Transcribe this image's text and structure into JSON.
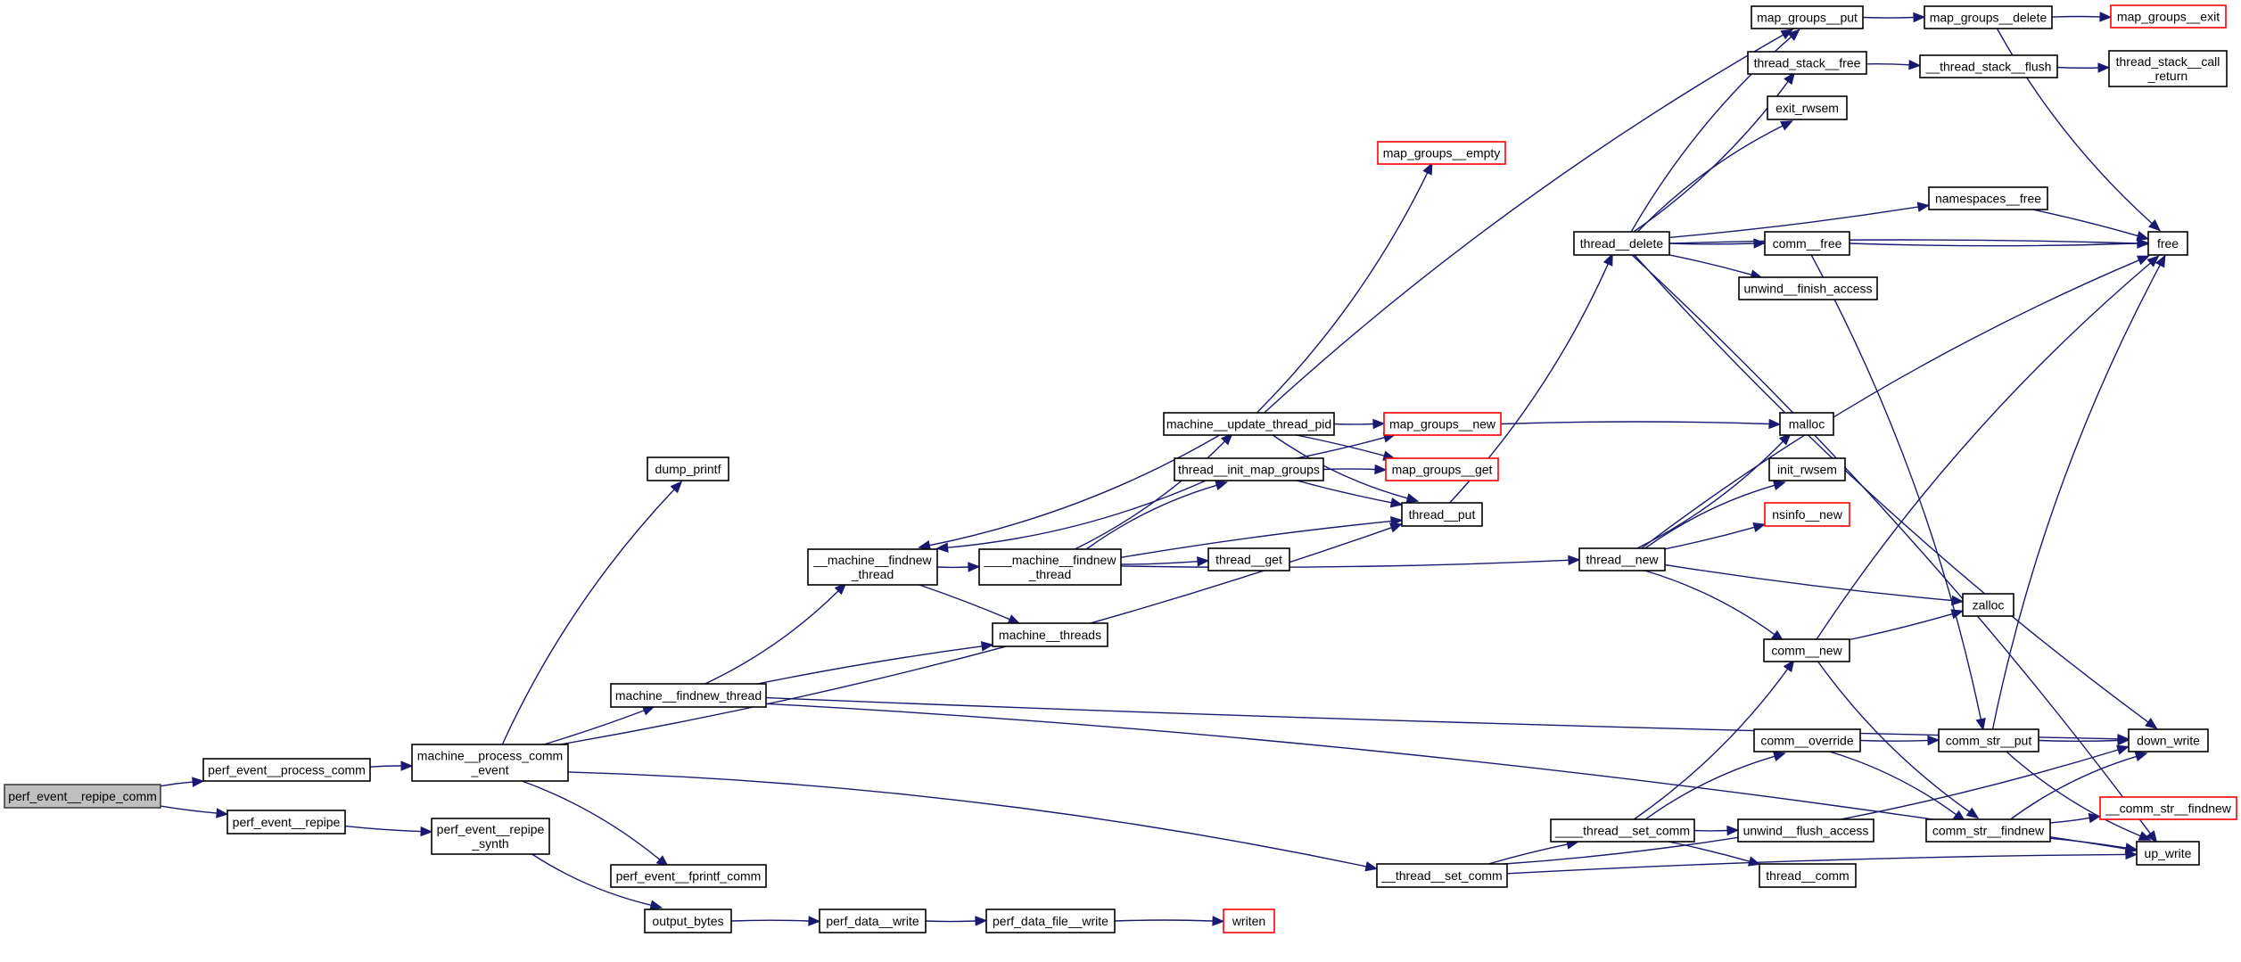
{
  "title": "Call graph of perf_event__repipe_comm",
  "colors": {
    "edge": "#191970",
    "root_fill": "#bfbfbf",
    "node_border": "#000000",
    "external_border": "#ff0000",
    "background": "#ffffff"
  },
  "nodes": [
    {
      "id": "perf_event__repipe_comm",
      "lines": [
        "perf_event__repipe_comm"
      ],
      "kind": "root"
    },
    {
      "id": "perf_event__process_comm",
      "lines": [
        "perf_event__process_comm"
      ],
      "kind": "normal"
    },
    {
      "id": "perf_event__repipe",
      "lines": [
        "perf_event__repipe"
      ],
      "kind": "normal"
    },
    {
      "id": "machine__process_comm_event",
      "lines": [
        "machine__process_comm",
        "_event"
      ],
      "kind": "normal"
    },
    {
      "id": "perf_event__repipe_synth",
      "lines": [
        "perf_event__repipe",
        "_synth"
      ],
      "kind": "normal"
    },
    {
      "id": "dump_printf",
      "lines": [
        "dump_printf"
      ],
      "kind": "normal"
    },
    {
      "id": "machine__findnew_thread",
      "lines": [
        "machine__findnew_thread"
      ],
      "kind": "normal"
    },
    {
      "id": "perf_event__fprintf_comm",
      "lines": [
        "perf_event__fprintf_comm"
      ],
      "kind": "normal"
    },
    {
      "id": "output_bytes",
      "lines": [
        "output_bytes"
      ],
      "kind": "normal"
    },
    {
      "id": "perf_data__write",
      "lines": [
        "perf_data__write"
      ],
      "kind": "normal"
    },
    {
      "id": "perf_data_file__write",
      "lines": [
        "perf_data_file__write"
      ],
      "kind": "normal"
    },
    {
      "id": "writen",
      "lines": [
        "writen"
      ],
      "kind": "external"
    },
    {
      "id": "__machine__findnew_thread",
      "lines": [
        "__machine__findnew",
        "_thread"
      ],
      "kind": "normal"
    },
    {
      "id": "____machine__findnew_thread",
      "lines": [
        "____machine__findnew",
        "_thread"
      ],
      "kind": "normal"
    },
    {
      "id": "machine__threads",
      "lines": [
        "machine__threads"
      ],
      "kind": "normal"
    },
    {
      "id": "machine__update_thread_pid",
      "lines": [
        "machine__update_thread_pid"
      ],
      "kind": "normal"
    },
    {
      "id": "thread__init_map_groups",
      "lines": [
        "thread__init_map_groups"
      ],
      "kind": "normal"
    },
    {
      "id": "thread__get",
      "lines": [
        "thread__get"
      ],
      "kind": "normal"
    },
    {
      "id": "map_groups__empty",
      "lines": [
        "map_groups__empty"
      ],
      "kind": "external"
    },
    {
      "id": "map_groups__new",
      "lines": [
        "map_groups__new"
      ],
      "kind": "external"
    },
    {
      "id": "map_groups__get",
      "lines": [
        "map_groups__get"
      ],
      "kind": "external"
    },
    {
      "id": "thread__put",
      "lines": [
        "thread__put"
      ],
      "kind": "normal"
    },
    {
      "id": "__thread__set_comm",
      "lines": [
        "__thread__set_comm"
      ],
      "kind": "normal"
    },
    {
      "id": "____thread__set_comm",
      "lines": [
        "____thread__set_comm"
      ],
      "kind": "normal"
    },
    {
      "id": "thread__delete",
      "lines": [
        "thread__delete"
      ],
      "kind": "normal"
    },
    {
      "id": "thread__new",
      "lines": [
        "thread__new"
      ],
      "kind": "normal"
    },
    {
      "id": "map_groups__put",
      "lines": [
        "map_groups__put"
      ],
      "kind": "normal"
    },
    {
      "id": "thread_stack__free",
      "lines": [
        "thread_stack__free"
      ],
      "kind": "normal"
    },
    {
      "id": "exit_rwsem",
      "lines": [
        "exit_rwsem"
      ],
      "kind": "normal"
    },
    {
      "id": "comm__free",
      "lines": [
        "comm__free"
      ],
      "kind": "normal"
    },
    {
      "id": "unwind__finish_access",
      "lines": [
        "unwind__finish_access"
      ],
      "kind": "normal"
    },
    {
      "id": "malloc",
      "lines": [
        "malloc"
      ],
      "kind": "normal"
    },
    {
      "id": "init_rwsem",
      "lines": [
        "init_rwsem"
      ],
      "kind": "normal"
    },
    {
      "id": "nsinfo__new",
      "lines": [
        "nsinfo__new"
      ],
      "kind": "external"
    },
    {
      "id": "comm__new",
      "lines": [
        "comm__new"
      ],
      "kind": "normal"
    },
    {
      "id": "comm__override",
      "lines": [
        "comm__override"
      ],
      "kind": "normal"
    },
    {
      "id": "unwind__flush_access",
      "lines": [
        "unwind__flush_access"
      ],
      "kind": "normal"
    },
    {
      "id": "thread__comm",
      "lines": [
        "thread__comm"
      ],
      "kind": "normal"
    },
    {
      "id": "map_groups__delete",
      "lines": [
        "map_groups__delete"
      ],
      "kind": "normal"
    },
    {
      "id": "__thread_stack__flush",
      "lines": [
        "__thread_stack__flush"
      ],
      "kind": "normal"
    },
    {
      "id": "namespaces__free",
      "lines": [
        "namespaces__free"
      ],
      "kind": "normal"
    },
    {
      "id": "zalloc",
      "lines": [
        "zalloc"
      ],
      "kind": "normal"
    },
    {
      "id": "comm_str__put",
      "lines": [
        "comm_str__put"
      ],
      "kind": "normal"
    },
    {
      "id": "comm_str__findnew",
      "lines": [
        "comm_str__findnew"
      ],
      "kind": "normal"
    },
    {
      "id": "map_groups__exit",
      "lines": [
        "map_groups__exit"
      ],
      "kind": "external"
    },
    {
      "id": "thread_stack__call_return",
      "lines": [
        "thread_stack__call",
        "_return"
      ],
      "kind": "normal"
    },
    {
      "id": "free",
      "lines": [
        "free"
      ],
      "kind": "normal"
    },
    {
      "id": "down_write",
      "lines": [
        "down_write"
      ],
      "kind": "normal"
    },
    {
      "id": "up_write",
      "lines": [
        "up_write"
      ],
      "kind": "normal"
    },
    {
      "id": "__comm_str__findnew",
      "lines": [
        "__comm_str__findnew"
      ],
      "kind": "external"
    }
  ],
  "edges": [
    [
      "perf_event__repipe_comm",
      "perf_event__process_comm"
    ],
    [
      "perf_event__repipe_comm",
      "perf_event__repipe"
    ],
    [
      "perf_event__process_comm",
      "machine__process_comm_event"
    ],
    [
      "perf_event__repipe",
      "perf_event__repipe_synth"
    ],
    [
      "machine__process_comm_event",
      "dump_printf"
    ],
    [
      "machine__process_comm_event",
      "machine__findnew_thread"
    ],
    [
      "machine__process_comm_event",
      "perf_event__fprintf_comm"
    ],
    [
      "machine__process_comm_event",
      "thread__put"
    ],
    [
      "machine__process_comm_event",
      "__thread__set_comm"
    ],
    [
      "perf_event__repipe_synth",
      "output_bytes"
    ],
    [
      "output_bytes",
      "perf_data__write"
    ],
    [
      "perf_data__write",
      "perf_data_file__write"
    ],
    [
      "perf_data_file__write",
      "writen"
    ],
    [
      "machine__findnew_thread",
      "__machine__findnew_thread"
    ],
    [
      "machine__findnew_thread",
      "machine__threads"
    ],
    [
      "machine__findnew_thread",
      "down_write"
    ],
    [
      "machine__findnew_thread",
      "up_write"
    ],
    [
      "__machine__findnew_thread",
      "____machine__findnew_thread"
    ],
    [
      "__machine__findnew_thread",
      "machine__threads"
    ],
    [
      "____machine__findnew_thread",
      "machine__update_thread_pid"
    ],
    [
      "____machine__findnew_thread",
      "thread__init_map_groups"
    ],
    [
      "____machine__findnew_thread",
      "thread__get"
    ],
    [
      "____machine__findnew_thread",
      "thread__put"
    ],
    [
      "____machine__findnew_thread",
      "thread__new"
    ],
    [
      "machine__update_thread_pid",
      "__machine__findnew_thread"
    ],
    [
      "machine__update_thread_pid",
      "map_groups__empty"
    ],
    [
      "machine__update_thread_pid",
      "map_groups__put"
    ],
    [
      "machine__update_thread_pid",
      "map_groups__new"
    ],
    [
      "machine__update_thread_pid",
      "map_groups__get"
    ],
    [
      "machine__update_thread_pid",
      "thread__put"
    ],
    [
      "thread__init_map_groups",
      "__machine__findnew_thread"
    ],
    [
      "thread__init_map_groups",
      "map_groups__new"
    ],
    [
      "thread__init_map_groups",
      "map_groups__get"
    ],
    [
      "thread__init_map_groups",
      "thread__put"
    ],
    [
      "map_groups__new",
      "malloc"
    ],
    [
      "thread__put",
      "thread__delete"
    ],
    [
      "thread__delete",
      "map_groups__put"
    ],
    [
      "thread__delete",
      "thread_stack__free"
    ],
    [
      "thread__delete",
      "exit_rwsem"
    ],
    [
      "thread__delete",
      "namespaces__free"
    ],
    [
      "thread__delete",
      "free"
    ],
    [
      "thread__delete",
      "comm__free"
    ],
    [
      "thread__delete",
      "unwind__finish_access"
    ],
    [
      "thread__delete",
      "down_write"
    ],
    [
      "thread__delete",
      "up_write"
    ],
    [
      "map_groups__put",
      "map_groups__delete"
    ],
    [
      "map_groups__delete",
      "map_groups__exit"
    ],
    [
      "map_groups__delete",
      "free"
    ],
    [
      "thread_stack__free",
      "__thread_stack__flush"
    ],
    [
      "__thread_stack__flush",
      "thread_stack__call_return"
    ],
    [
      "namespaces__free",
      "free"
    ],
    [
      "comm__free",
      "free"
    ],
    [
      "comm__free",
      "comm_str__put"
    ],
    [
      "thread__new",
      "malloc"
    ],
    [
      "thread__new",
      "init_rwsem"
    ],
    [
      "thread__new",
      "nsinfo__new"
    ],
    [
      "thread__new",
      "free"
    ],
    [
      "thread__new",
      "zalloc"
    ],
    [
      "thread__new",
      "comm__new"
    ],
    [
      "comm__new",
      "zalloc"
    ],
    [
      "comm__new",
      "free"
    ],
    [
      "comm__new",
      "comm_str__findnew"
    ],
    [
      "__thread__set_comm",
      "____thread__set_comm"
    ],
    [
      "__thread__set_comm",
      "down_write"
    ],
    [
      "__thread__set_comm",
      "up_write"
    ],
    [
      "____thread__set_comm",
      "comm__new"
    ],
    [
      "____thread__set_comm",
      "comm__override"
    ],
    [
      "____thread__set_comm",
      "unwind__flush_access"
    ],
    [
      "____thread__set_comm",
      "thread__comm"
    ],
    [
      "comm__override",
      "comm_str__put"
    ],
    [
      "comm__override",
      "comm_str__findnew"
    ],
    [
      "comm_str__put",
      "down_write"
    ],
    [
      "comm_str__put",
      "free"
    ],
    [
      "comm_str__put",
      "up_write"
    ],
    [
      "comm_str__findnew",
      "down_write"
    ],
    [
      "comm_str__findnew",
      "__comm_str__findnew"
    ],
    [
      "comm_str__findnew",
      "up_write"
    ]
  ]
}
